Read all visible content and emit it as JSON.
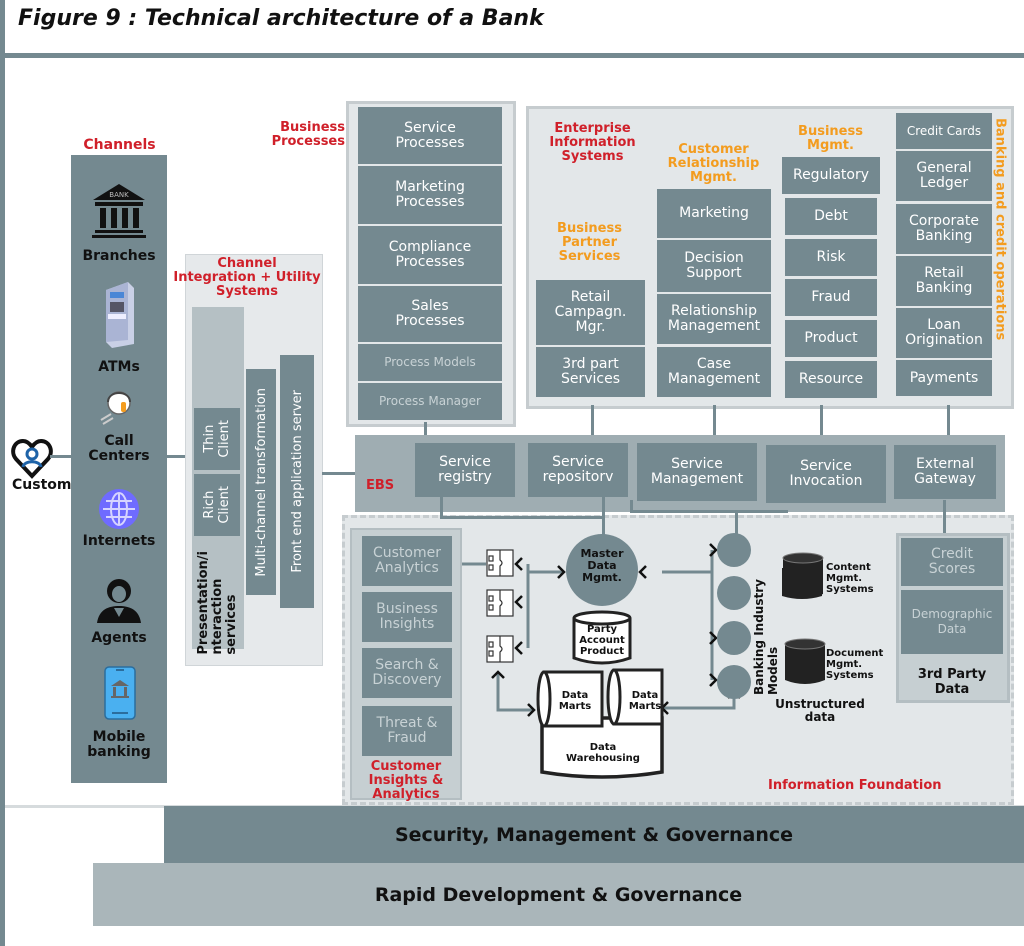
{
  "title": "Figure 9 : Technical architecture of a Bank",
  "customers": {
    "label": "Customers"
  },
  "channels": {
    "heading": "Channels",
    "items": [
      {
        "label": "Branches",
        "icon": "bank-building-icon",
        "icon_text": "BANK"
      },
      {
        "label": "ATMs",
        "icon": "atm-icon"
      },
      {
        "label": "Call\nCenters",
        "icon": "call-center-agent-icon"
      },
      {
        "label": "Internets",
        "icon": "globe-icon"
      },
      {
        "label": "Agents",
        "icon": "agent-person-icon"
      },
      {
        "label": "Mobile\nbanking",
        "icon": "mobile-bank-icon"
      }
    ]
  },
  "channel_integration": {
    "heading": "Channel\nIntegration + Utility\nSystems",
    "thin_client": "Thin\nClient",
    "rich_client": "Rich\nClient",
    "presentation": "Presentation/i\nnteraction\nservices",
    "multichannel": "Multi-channel transformation",
    "frontend": "Front end application server"
  },
  "business_processes": {
    "heading": "Business\nProcesses",
    "items": [
      "Service\nProcesses",
      "Marketing\nProcesses",
      "Compliance\nProcesses",
      "Sales\nProcesses",
      "Process Models",
      "Process Manager"
    ]
  },
  "enterprise": {
    "heading": "Enterprise\nInformation\nSystems",
    "bps": {
      "heading": "Business\nPartner\nServices",
      "items": [
        "Retail\nCampagn.\nMgr.",
        "3rd part\nServices"
      ]
    },
    "crm": {
      "heading": "Customer\nRelationship\nMgmt.",
      "items": [
        "Marketing",
        "Decision\nSupport",
        "Relationship\nManagement",
        "Case\nManagement"
      ]
    },
    "bm": {
      "heading": "Business\nMgmt.",
      "items": [
        "Regulatory",
        "Debt",
        "Risk",
        "Fraud",
        "Product",
        "Resource"
      ]
    },
    "banking": {
      "heading": "Banking and credit operations",
      "items": [
        "Credit Cards",
        "General\nLedger",
        "Corporate\nBanking",
        "Retail\nBanking",
        "Loan\nOrigination",
        "Payments"
      ]
    }
  },
  "ebs": {
    "label": "EBS",
    "items": [
      "Service\nregistry",
      "Service\nrepositorv",
      "Service\nManagement",
      "Service\nInvocation",
      "External\nGateway"
    ]
  },
  "analytics": {
    "heading": "Customer\nInsights &\nAnalytics",
    "items": [
      "Customer\nAnalytics",
      "Business\nInsights",
      "Search &\nDiscovery",
      "Threat &\nFraud"
    ]
  },
  "foundation": {
    "heading": "Information Foundation",
    "mdm": "Master\nData\nMgmt.",
    "pap": "Party\nAccount\nProduct",
    "data_marts_1": "Data\nMarts",
    "data_marts_2": "Data\nMarts",
    "warehouse": "Data\nWarehousing",
    "bim": "Banking Industry Models",
    "content": "Content\nMgmt.\nSystems",
    "document": "Document\nMgmt.\nSystems",
    "unstructured": "Unstructured\ndata"
  },
  "third_party": {
    "heading": "3rd Party\nData",
    "items": [
      "Credit\nScores",
      "Demographic\nData"
    ]
  },
  "bands": {
    "security": "Security, Management & Governance",
    "rapid": "Rapid Development & Governance"
  },
  "colors": {
    "slate": "#748990",
    "panel": "#e3e7e9",
    "red": "#d0202a",
    "orange": "#f39c1f"
  }
}
